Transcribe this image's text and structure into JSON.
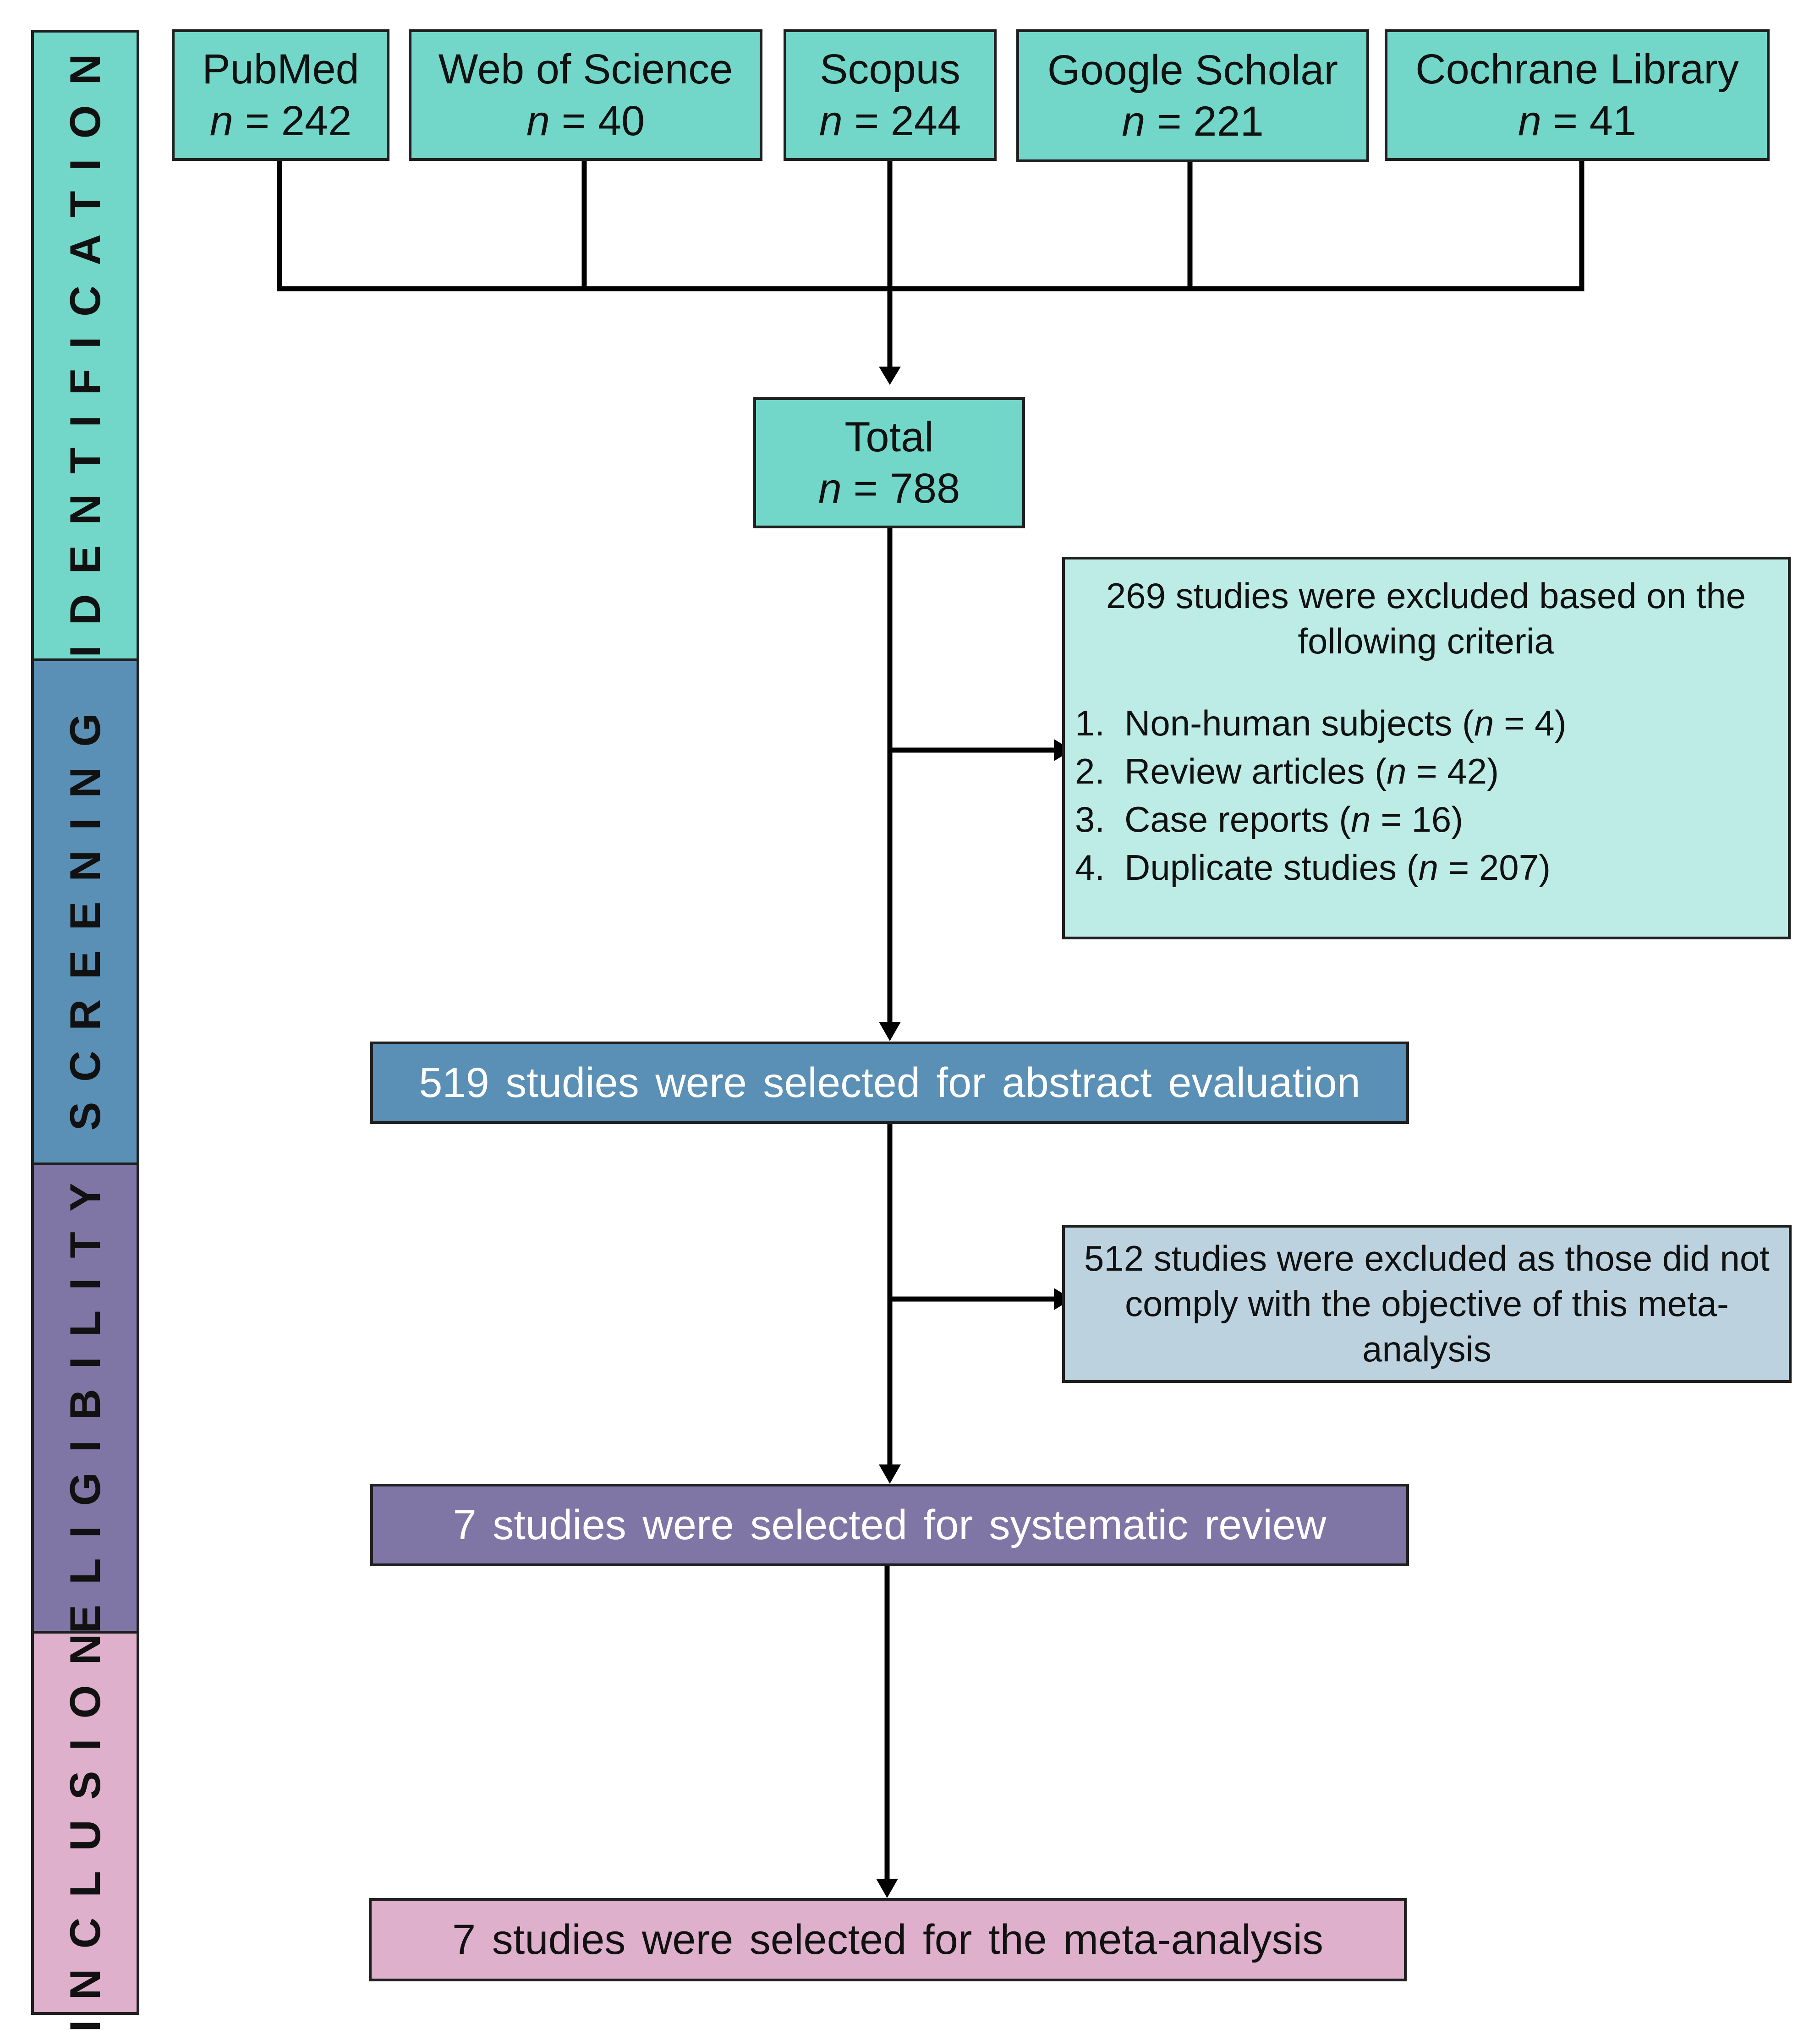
{
  "colors": {
    "identification": "#72d7c8",
    "screening": "#5a8fb6",
    "eligibility": "#7f76a5",
    "inclusion": "#deb0cb",
    "exclusion_light": "#bdebe5",
    "exclusion_blue": "#bcd3df",
    "line": "#000000"
  },
  "stages": [
    {
      "id": "identification",
      "label": "IDENTIFICATION"
    },
    {
      "id": "screening",
      "label": "SCREENING"
    },
    {
      "id": "eligibility",
      "label": "ELIGIBILITY"
    },
    {
      "id": "inclusion",
      "label": "INCLUSION"
    }
  ],
  "n_prefix": "n",
  "n_equals": " = ",
  "sources": [
    {
      "name": "PubMed",
      "count": "242"
    },
    {
      "name": "Web of Science",
      "count": "40"
    },
    {
      "name": "Scopus",
      "count": "244"
    },
    {
      "name": "Google Scholar",
      "count": "221"
    },
    {
      "name": "Cochrane Library",
      "count": "41"
    }
  ],
  "total": {
    "label": "Total",
    "count": "788"
  },
  "exclusion_1": {
    "intro": "269 studies were excluded based on the following criteria",
    "criteria": [
      {
        "num": "1.",
        "text": "Non-human subjects (",
        "n": "n",
        "rest": " = 4)"
      },
      {
        "num": "2.",
        "text": "Review articles (",
        "n": "n",
        "rest": " = 42)"
      },
      {
        "num": "3.",
        "text": "Case reports (",
        "n": "n",
        "rest": " = 16)"
      },
      {
        "num": "4.",
        "text": "Duplicate studies (",
        "n": "n",
        "rest": " = 207)"
      }
    ]
  },
  "abstract_box": "519 studies were selected for abstract evaluation",
  "exclusion_2": "512 studies were excluded as those did not comply with the objective of this meta-analysis",
  "systematic_box": "7 studies were selected for systematic review",
  "meta_box": "7 studies were selected for the meta-analysis"
}
